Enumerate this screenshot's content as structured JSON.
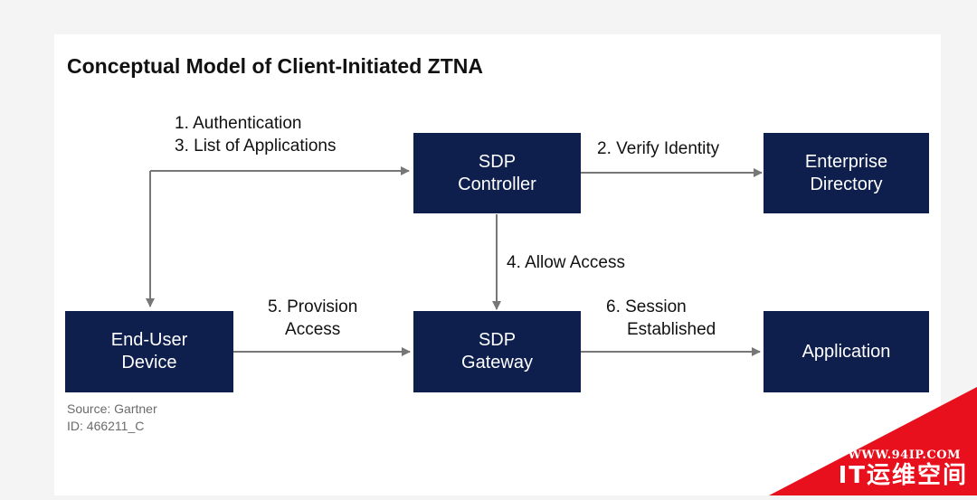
{
  "title": "Conceptual Model of Client-Initiated ZTNA",
  "nodes": {
    "sdp_controller": [
      "SDP",
      "Controller"
    ],
    "enterprise_directory": [
      "Enterprise",
      "Directory"
    ],
    "end_user_device": [
      "End-User",
      "Device"
    ],
    "sdp_gateway": [
      "SDP",
      "Gateway"
    ],
    "application": [
      "Application"
    ]
  },
  "edges": {
    "auth": [
      "1. Authentication",
      "3. List of Applications"
    ],
    "verify": [
      "2. Verify Identity"
    ],
    "allow": [
      "4. Allow Access"
    ],
    "provision": [
      "5. Provision",
      "Access"
    ],
    "session": [
      "6. Session",
      "Established"
    ]
  },
  "source": [
    "Source: Gartner",
    "ID: 466211_C"
  ],
  "watermark": {
    "url": "WWW.94IP.COM",
    "brand": "IT运维空间"
  },
  "colors": {
    "node_fill": "#0e1f4d",
    "arrow": "#777777",
    "watermark": "#e8101d"
  }
}
